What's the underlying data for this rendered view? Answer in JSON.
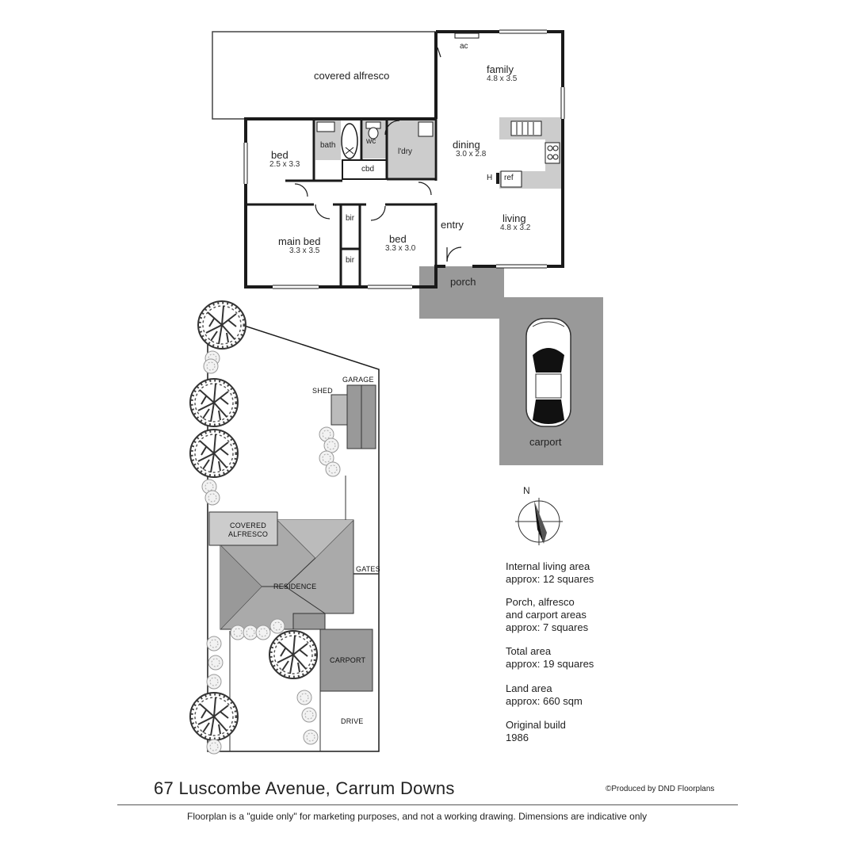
{
  "plan": {
    "rooms": {
      "covered_alfresco": "covered alfresco",
      "family": {
        "name": "family",
        "dims": "4.8 x 3.5"
      },
      "ac": "ac",
      "bed1": {
        "name": "bed",
        "dims": "2.5 x 3.3"
      },
      "bath": "bath",
      "wc": "wc",
      "laundry": "l'dry",
      "cbd": "cbd",
      "dining": {
        "name": "dining",
        "dims": "3.0 x 2.8"
      },
      "h": "H",
      "ref": "ref",
      "main_bed": {
        "name": "main bed",
        "dims": "3.3 x 3.5"
      },
      "bir_top": "bir",
      "bir_bottom": "bir",
      "bed2": {
        "name": "bed",
        "dims": "3.3 x 3.0"
      },
      "entry": "entry",
      "living": {
        "name": "living",
        "dims": "4.8 x 3.2"
      },
      "porch": "porch",
      "carport": "carport"
    }
  },
  "site": {
    "shed": "SHED",
    "garage": "GARAGE",
    "covered_alfresco_line1": "COVERED",
    "covered_alfresco_line2": "ALFRESCO",
    "residence": "RESIDENCE",
    "gates": "GATES",
    "carport": "CARPORT",
    "drive": "DRIVE"
  },
  "compass": {
    "north": "N"
  },
  "info": {
    "internal_line1": "Internal living area",
    "internal_line2": "approx: 12 squares",
    "porch_line1": "Porch, alfresco",
    "porch_line2": "and carport areas",
    "porch_line3": "approx: 7 squares",
    "total_line1": "Total area",
    "total_line2": "approx: 19 squares",
    "land_line1": "Land area",
    "land_line2": "approx: 660 sqm",
    "build_line1": "Original build",
    "build_line2": "1986"
  },
  "footer": {
    "address": "67 Luscombe Avenue, Carrum Downs",
    "credit": "©Produced by DND Floorplans",
    "disclaimer": "Floorplan is a  \"guide only\" for marketing purposes, and not a working drawing.  Dimensions are indicative only"
  },
  "colors": {
    "wall": "#1a1a1a",
    "wet_area": "#cccccc",
    "outdoor": "#999999",
    "roof_light": "#aaaaaa",
    "roof_dark": "#888888",
    "tree": "#555555"
  }
}
